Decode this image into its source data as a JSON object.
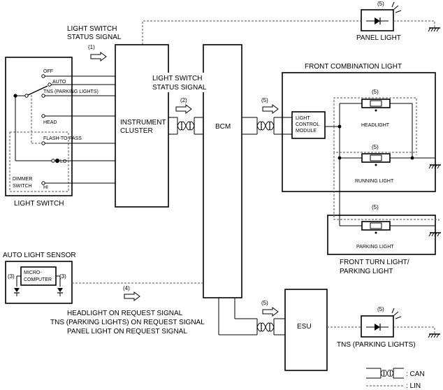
{
  "labels": {
    "status_signal_top_1": "LIGHT SWITCH",
    "status_signal_top_2": "STATUS SIGNAL",
    "status_signal_mid_1": "LIGHT SWITCH",
    "status_signal_mid_2": "STATUS SIGNAL",
    "panel_light": "PANEL LIGHT",
    "front_combination_light": "FRONT COMBINATION LIGHT",
    "instrument_cluster_1": "INSTRUMENT",
    "instrument_cluster_2": "CLUSTER",
    "bcm": "BCM",
    "light_control_module_1": "LIGHT",
    "light_control_module_2": "CONTROL",
    "light_control_module_3": "MODULE",
    "headlight": "HEADLIGHT",
    "running_light": "RUNNING LIGHT",
    "parking_light": "PARKING LIGHT",
    "front_turn_light_1": "FRONT TURN LIGHT/",
    "front_turn_light_2": "PARKING LIGHT",
    "light_switch": "LIGHT SWITCH",
    "auto_light_sensor": "AUTO LIGHT SENSOR",
    "micro_computer_1": "MICRO-",
    "micro_computer_2": "COMPUTER",
    "esu": "ESU",
    "tns_parking_lights": "TNS (PARKING LIGHTS)",
    "request_signal_1": "HEADLIGHT ON REQUEST SIGNAL",
    "request_signal_2": "TNS (PARKING LIGHTS) ON REQUEST SIGNAL",
    "request_signal_3": "PANEL LIGHT ON REQUEST SIGNAL",
    "legend_can": ": CAN",
    "legend_lin": ": LIN"
  },
  "switch_positions": {
    "off": "OFF",
    "auto": "AUTO",
    "tns": "TNS (PARKING LIGHTS)",
    "head": "HEAD",
    "flash_to_pass": "FLASH-TO-PASS",
    "lo": "LO",
    "dimmer_switch_1": "DIMMER",
    "dimmer_switch_2": "SWITCH",
    "hi": "HI"
  },
  "markers": {
    "m1": "(1)",
    "m2": "(2)",
    "m3_left": "(3)",
    "m3_right": "(3)",
    "m4": "(4)",
    "m5_panel": "(5)",
    "m5_bcm": "(5)",
    "m5_headlight": "(5)",
    "m5_running": "(5)",
    "m5_parking": "(5)",
    "m5_esu_in": "(5)",
    "m5_tns": "(5)"
  }
}
